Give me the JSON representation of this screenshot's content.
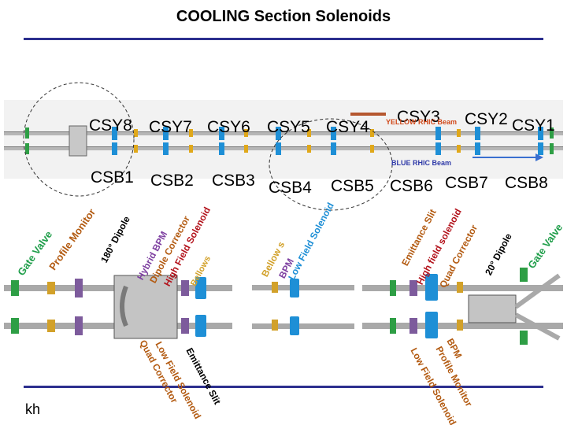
{
  "title": "COOLING Section Solenoids",
  "yellow_labels": [
    "CSY8",
    "CSY7",
    "CSY6",
    "CSY5",
    "CSY4",
    "CSY3",
    "CSY2",
    "CSY1"
  ],
  "blue_labels": [
    "CSB1",
    "CSB2",
    "CSB3",
    "CSB4",
    "CSB5",
    "CSB6",
    "CSB7",
    "CSB8"
  ],
  "beams": {
    "yellow": "YELLOW RHIC Beam",
    "blue": "BLUE RHIC Beam"
  },
  "annotations_left": {
    "gate_valve": "Gate Valve",
    "profile_monitor": "Profile Monitor",
    "dipole_180": "180° Dipole",
    "hybrid_bpm": "Hybrid BPM",
    "dipole_corrector": "Dipole Corrector",
    "high_field_solenoid": "High Field Solenoid",
    "bellows_left": "Bellows",
    "bellows_mid": "Bellow s",
    "bpm_mid": "BPM",
    "low_field_solenoid_mid": "Low Field Solenoid"
  },
  "annotations_right": {
    "emittance_slit": "Emittance Slit",
    "high_field_solenoid": "High field solenoid",
    "quad_corrector": "Quad Corrector",
    "dipole_20": "20° Dipole",
    "gate_valve": "Gate Valve"
  },
  "annotations_bottom_left": {
    "emittance_slit": "Emittance Slit",
    "low_field_solenoid": "Low Field Solenoid",
    "quad_corrector": "Quad Corrector"
  },
  "annotations_bottom_right": {
    "bpm": "BPM",
    "profile_monitor": "Profile Monitor",
    "low_field_solenoid": "Low Field Solenoid"
  },
  "footer": "kh",
  "colors": {
    "rule": "#2c2f8e",
    "green_label": "#1f9e4a",
    "red_label": "#b3121b",
    "blue_label": "#2f3aa8",
    "magenta_label": "#c2188b",
    "brown_label": "#8a2b0c",
    "solenoid": "#1e8fd6",
    "beam_arrow": "#b5572f"
  }
}
